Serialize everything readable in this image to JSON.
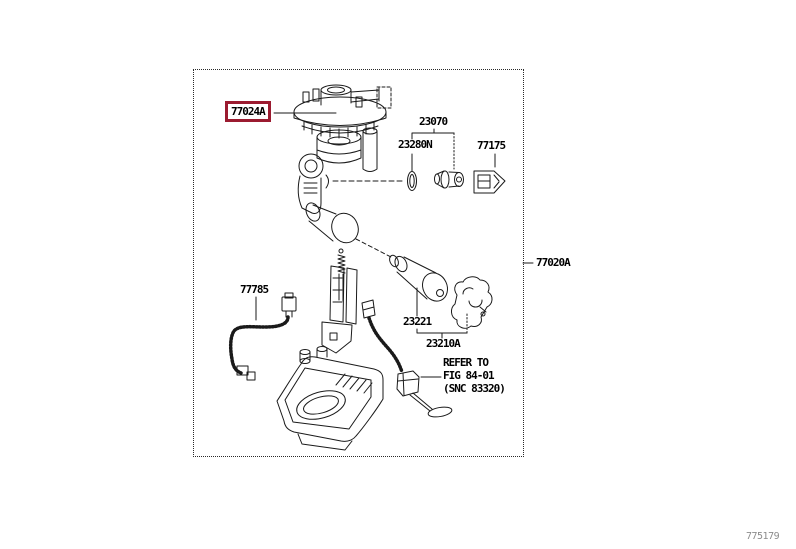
{
  "page": {
    "background_color": "#ffffff",
    "page_number": "775179"
  },
  "diagram": {
    "type": "parts-figure",
    "highlight_color": "#9b1b30",
    "line_color": "#1a1a1a",
    "labels": {
      "p77024a": "77024A",
      "p23070": "23070",
      "p23280n": "23280N",
      "p77175": "77175",
      "p77020a": "77020A",
      "p77785": "77785",
      "p23221": "23221",
      "p23210a": "23210A"
    },
    "note": {
      "line1": "REFER TO",
      "line2": "FIG 84-01",
      "line3": "(SNC 83320)"
    }
  }
}
